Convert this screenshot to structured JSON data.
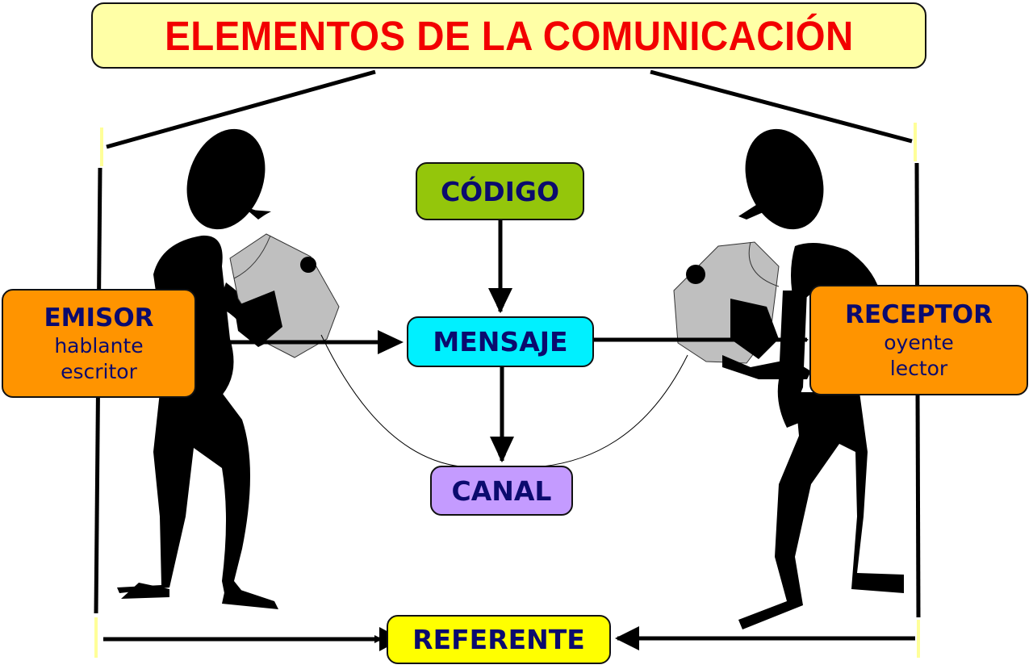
{
  "title": "ELEMENTOS DE LA COMUNICACIÓN",
  "nodes": {
    "codigo": {
      "label": "CÓDIGO",
      "color": "#94c60b"
    },
    "mensaje": {
      "label": "MENSAJE",
      "color": "#00f0ff"
    },
    "canal": {
      "label": "CANAL",
      "color": "#c49bff"
    },
    "referente": {
      "label": "REFERENTE",
      "color": "#ffff00"
    },
    "emisor": {
      "label": "EMISOR",
      "lines": [
        "hablante",
        "escritor"
      ],
      "color": "#ff9400"
    },
    "receptor": {
      "label": "RECEPTOR",
      "lines": [
        "oyente",
        "lector"
      ],
      "color": "#ff9400"
    }
  },
  "edges": [
    {
      "from": "emisor",
      "to": "mensaje"
    },
    {
      "from": "mensaje",
      "to": "receptor"
    },
    {
      "from": "codigo",
      "to": "mensaje"
    },
    {
      "from": "mensaje",
      "to": "canal"
    },
    {
      "from": "emisor",
      "to": "referente"
    },
    {
      "from": "receptor",
      "to": "referente"
    }
  ],
  "colors": {
    "title_text": "#f20000",
    "title_bg": "#ffffa6",
    "label_text": "#0b0b6e"
  }
}
